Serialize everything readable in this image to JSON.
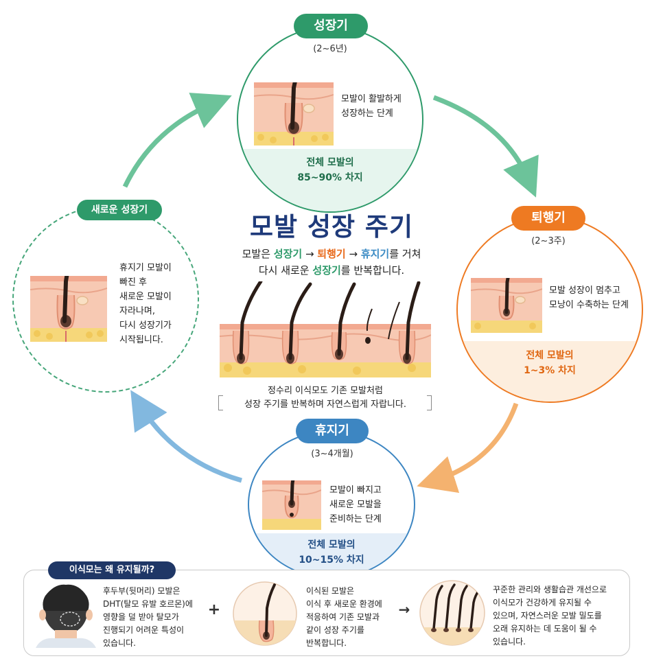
{
  "title": "모발 성장 주기",
  "subtitle": {
    "prefix": "모발은 ",
    "s1": "성장기",
    "arrow1": " → ",
    "s2": "퇴행기",
    "arrow2": " → ",
    "s3": "휴지기",
    "mid": "를 거쳐",
    "line2_prefix": "다시 새로운 ",
    "s4": "성장기",
    "line2_suffix": "를 반복합니다."
  },
  "center_caption": {
    "line1": "정수리 이식모도 기존 모발처럼",
    "line2": "성장 주기를 반복하며 자연스럽게 자랍니다."
  },
  "stages": {
    "anagen": {
      "label": "성장기",
      "duration": "(2~6년)",
      "desc": [
        "모발이 활발하게",
        "성장하는 단계"
      ],
      "stat": [
        "전체 모발의",
        "85~90% 차지"
      ],
      "color": "#2e9a6a"
    },
    "catagen": {
      "label": "퇴행기",
      "duration": "(2~3주)",
      "desc": [
        "모발 성장이 멈추고",
        "모낭이 수축하는 단계"
      ],
      "stat": [
        "전체 모발의",
        "1~3% 차지"
      ],
      "color": "#ee7a22"
    },
    "telogen": {
      "label": "휴지기",
      "duration": "(3~4개월)",
      "desc": [
        "모발이 빠지고",
        "새로운 모발을",
        "준비하는 단계"
      ],
      "stat": [
        "전체 모발의",
        "10~15% 차지"
      ],
      "color": "#3d86c2"
    },
    "new_anagen": {
      "label": "새로운 성장기",
      "desc": [
        "휴지기 모발이",
        "빠진 후",
        "새로운 모발이",
        "자라나며,",
        "다시 성장기가",
        "시작됩니다."
      ],
      "color": "#2e9a6a"
    }
  },
  "bottom": {
    "tag": "이식모는 왜 유지될까?",
    "text1": [
      "후두부(뒷머리) 모발은",
      "DHT(탈모 유발 호르몬)에",
      "영향을 덜 받아 탈모가",
      "진행되기 어려운 특성이",
      "있습니다."
    ],
    "plus": "+",
    "text2": [
      "이식된 모발은",
      "이식 후 새로운 환경에",
      "적응하여 기존 모발과",
      "같이 성장 주기를",
      "반복합니다."
    ],
    "arrow": "→",
    "text3": [
      "꾸준한 관리와 생활습관 개선으로",
      "이식모가 건강하게 유지될 수",
      "있으며, 자연스러운 모발 밀도를",
      "오래 유지하는 데 도움이 될 수",
      "있습니다."
    ]
  }
}
